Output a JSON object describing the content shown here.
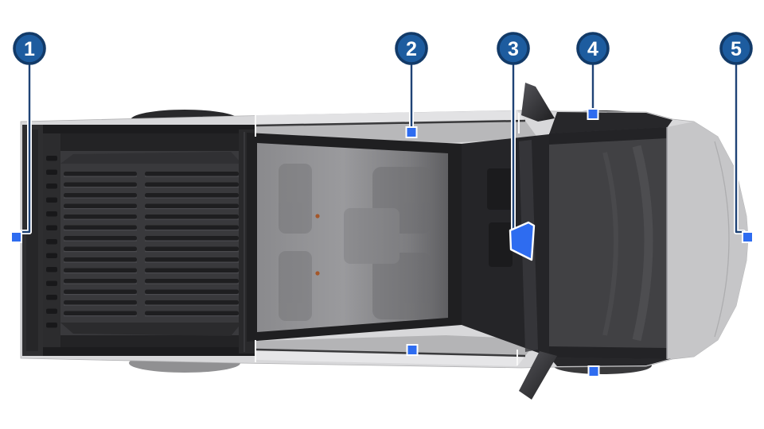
{
  "diagram": {
    "type": "vehicle-overhead-callout-diagram",
    "callouts": [
      {
        "number": "1"
      },
      {
        "number": "2"
      },
      {
        "number": "3"
      },
      {
        "number": "4"
      },
      {
        "number": "5"
      }
    ],
    "colors": {
      "background": "#ffffff",
      "badge_fill": "#1d5c9f",
      "badge_ring": "#123a68",
      "badge_number": "#ffffff",
      "leader_line": "#1f4376",
      "leader_casing": "#ffffff",
      "marker_fill": "#2e6cf0",
      "marker_border": "#ffffff",
      "body_light": "#d8d8da",
      "bed_dark": "#232325",
      "glass_mid": "#939396",
      "hood_gray": "#c6c6c8"
    },
    "icons": [
      "callout-badge-icon",
      "target-marker-icon",
      "pointer-flag-icon"
    ]
  }
}
